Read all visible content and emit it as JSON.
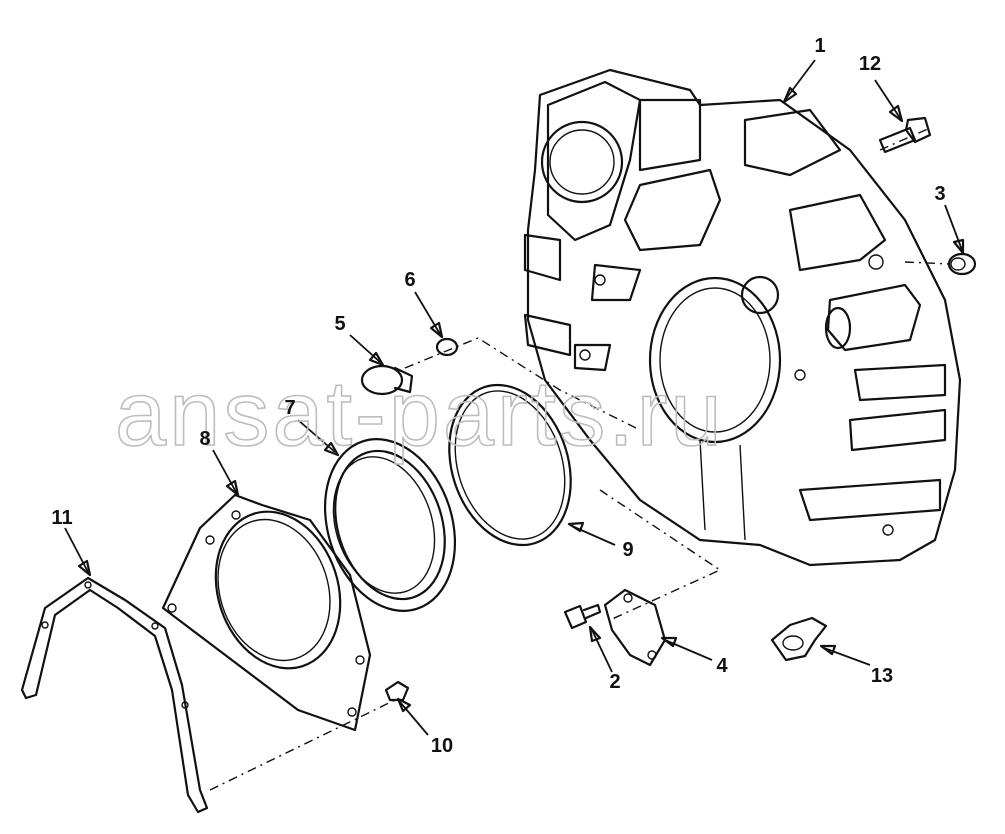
{
  "diagram": {
    "watermark": "ansat-parts.ru",
    "callouts": [
      {
        "id": "1",
        "text": "1"
      },
      {
        "id": "2",
        "text": "2"
      },
      {
        "id": "3",
        "text": "3"
      },
      {
        "id": "4",
        "text": "4"
      },
      {
        "id": "5",
        "text": "5"
      },
      {
        "id": "6",
        "text": "6"
      },
      {
        "id": "7",
        "text": "7"
      },
      {
        "id": "8",
        "text": "8"
      },
      {
        "id": "9",
        "text": "9"
      },
      {
        "id": "10",
        "text": "10"
      },
      {
        "id": "11",
        "text": "11"
      },
      {
        "id": "12",
        "text": "12"
      },
      {
        "id": "13",
        "text": "13"
      }
    ]
  }
}
